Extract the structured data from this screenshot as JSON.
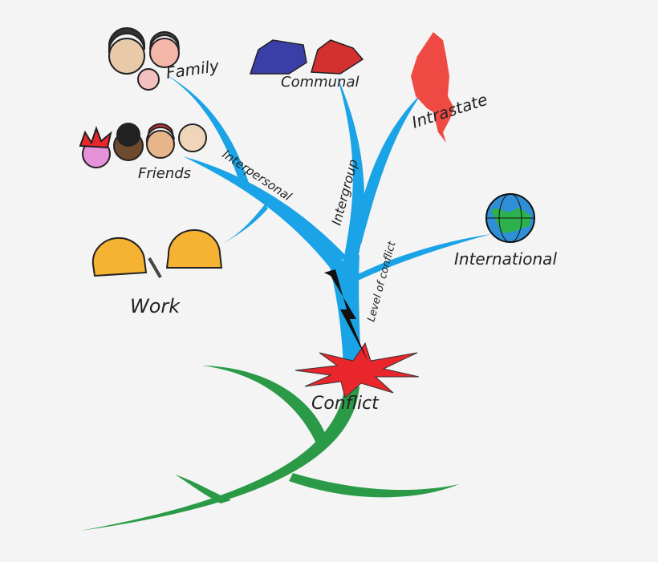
{
  "colors": {
    "branch": "#1aa3e6",
    "root": "#2a9a47",
    "burst": "#e8262b",
    "background": "#f4f4f4"
  },
  "labels": {
    "family": "Family",
    "communal": "Communal",
    "intrastate": "Intrastate",
    "friends": "Friends",
    "interpersonal": "Interpersonal",
    "intergroup": "Intergroup",
    "level_of_conflict": "Level of conflict",
    "international": "International",
    "work": "Work",
    "conflict": "Conflict"
  },
  "icons": [
    "family-faces-icon",
    "houses-icon",
    "country-map-icon",
    "friends-faces-icon",
    "globe-icon",
    "hard-hats-icon",
    "wrench-icon",
    "lightning-bolt-icon",
    "explosion-icon"
  ]
}
